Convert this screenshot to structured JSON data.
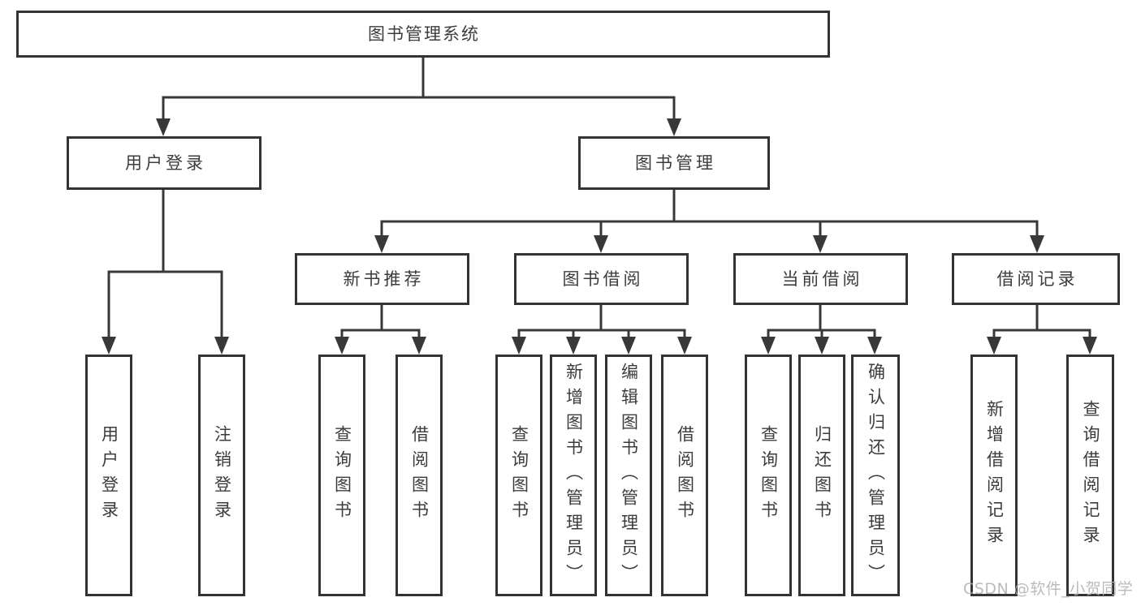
{
  "colors": {
    "line": "#383838",
    "border": "#333333",
    "text": "#3c3c3c",
    "watermark": "#b0b0b0",
    "background": "#ffffff"
  },
  "tree": {
    "root": "图书管理系统",
    "level2": [
      {
        "label": "用户登录",
        "children": [
          {
            "label": "用户登录"
          },
          {
            "label": "注销登录"
          }
        ]
      },
      {
        "label": "图书管理",
        "children": [
          {
            "label": "新书推荐",
            "children": [
              {
                "label": "查询图书"
              },
              {
                "label": "借阅图书"
              }
            ]
          },
          {
            "label": "图书借阅",
            "children": [
              {
                "label": "查询图书"
              },
              {
                "label": "新增图书（管理员）"
              },
              {
                "label": "编辑图书（管理员）"
              },
              {
                "label": "借阅图书"
              }
            ]
          },
          {
            "label": "当前借阅",
            "children": [
              {
                "label": "查询图书"
              },
              {
                "label": "归还图书"
              },
              {
                "label": "确认归还（管理员）"
              }
            ]
          },
          {
            "label": "借阅记录",
            "children": [
              {
                "label": "新增借阅记录"
              },
              {
                "label": "查询借阅记录"
              }
            ]
          }
        ]
      }
    ]
  },
  "watermark": {
    "text": "CSDN @软件_小贺同学"
  }
}
